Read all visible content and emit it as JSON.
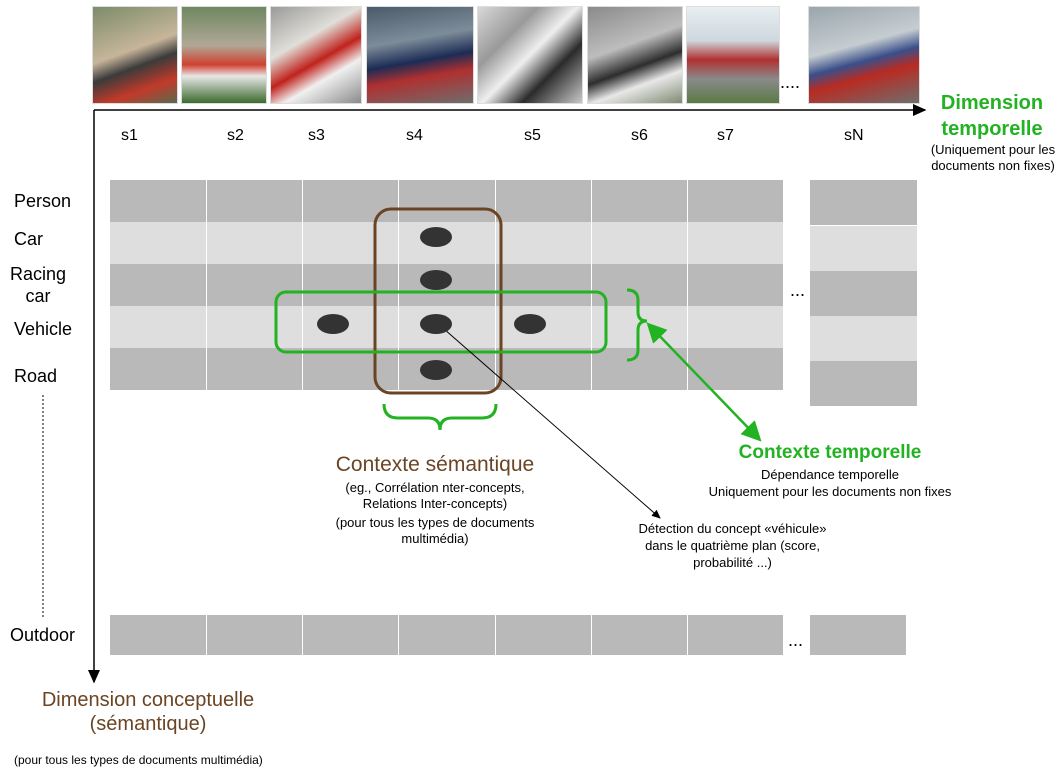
{
  "shots": [
    "s1",
    "s2",
    "s3",
    "s4",
    "s5",
    "s6",
    "s7",
    "sN"
  ],
  "concepts": [
    "Person",
    "Car",
    "Racing\ncar",
    "Vehicle",
    "Road"
  ],
  "last_concept": "Outdoor",
  "ellipsis": "...",
  "thumb_ellipsis": "....",
  "temporal_axis": {
    "title": "Dimension temporelle",
    "note": "(Uniquement pour les documents non fixes)"
  },
  "conceptual_axis": {
    "title": "Dimension conceptuelle (sémantique)",
    "note": "(pour tous les types de documents multimédia)"
  },
  "semantic_context": {
    "title": "Contexte sémantique",
    "details": "(eg., Corrélation nter-concepts, Relations Inter-concepts)",
    "scope": "(pour tous les types de documents multimédia)"
  },
  "temporal_context": {
    "title": "Contexte temporelle",
    "line1": "Dépendance  temporelle",
    "line2": "Uniquement pour les documents non fixes"
  },
  "detection_note": "Détection du concept «véhicule» dans le quatrième plan (score, probabilité ...)",
  "colors": {
    "brown": "#6b4423",
    "green": "#22b222",
    "cell_dark": "#b9b9b9",
    "cell_light": "#dedede",
    "dot": "#333333"
  },
  "icons": [
    "crash-photo-thumbnail",
    "up-arrow-axis",
    "right-arrow-axis"
  ]
}
